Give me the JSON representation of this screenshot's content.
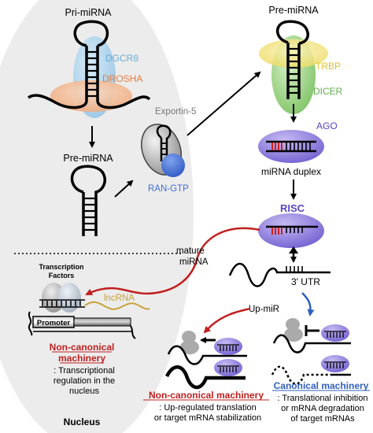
{
  "labels": {
    "pri_mirna": "Pri-miRNA",
    "dgcr8": "DGCR8",
    "drosha": "DROSHA",
    "pre_mirna_nucleus": "Pre-miRNA",
    "exportin": "Exportin-5",
    "ran_gtp": "RAN-GTP",
    "pre_mirna_cyto": "Pre-miRNA",
    "trbp": "TRBP",
    "dicer": "DICER",
    "ago": "AGO",
    "mirna_duplex": "miRNA duplex",
    "risc": "RISC",
    "mature_1": "mature",
    "mature_2": "miRNA",
    "tf_1": "Transcription",
    "tf_2": "Factors",
    "lncrna": "lncRNA",
    "promoter": "Promoter",
    "utr": "3' UTR",
    "up_mir": "Up-miR",
    "nc_nuc_title_1": "Non-canonical",
    "nc_nuc_title_2": "machinery",
    "nc_nuc_desc_1": ": Transcriptional",
    "nc_nuc_desc_2": "regulation in the",
    "nc_nuc_desc_3": "nucleus",
    "nucleus": "Nucleus",
    "nc_title": "Non-canonical machinery",
    "nc_desc_1": ": Up-regulated translation",
    "nc_desc_2": "or target mRNA stabilization",
    "can_title": "Canonical machinery",
    "can_desc_1": ": Translational inhibition",
    "can_desc_2": "or mRNA degradation",
    "can_desc_3": "of target mRNAs"
  },
  "colors": {
    "dgcr8": "#9ec8e6",
    "drosha": "#f0b891",
    "dicer": "#9bd28a",
    "trbp": "#f1e27c",
    "ago": "#8f7fd9",
    "ran_gtp": "#3d6fd6",
    "red": "#c0201f",
    "blue": "#2f5fbf",
    "lnc": "#c8a23a",
    "nucleus_fill": "#ececec"
  }
}
